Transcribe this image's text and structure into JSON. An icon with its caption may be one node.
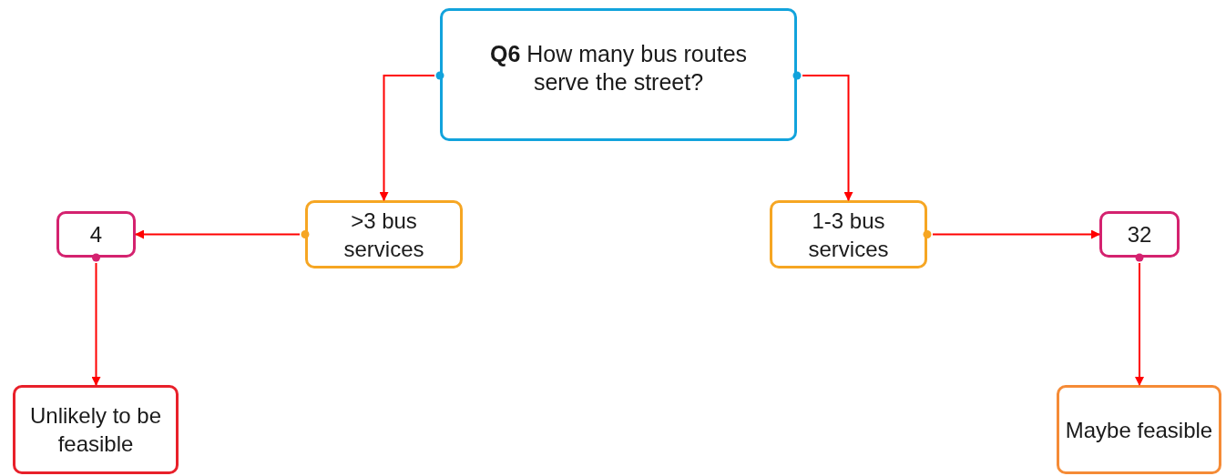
{
  "diagram": {
    "nodes": [
      {
        "text": [
          "**Q6** How many bus routes serve the street?"
        ]
      },
      {
        "text": [
          ">3 bus services"
        ]
      },
      {
        "text": [
          "1-3 bus services"
        ]
      },
      {
        "text": [
          "4"
        ]
      },
      {
        "text": [
          "32"
        ]
      },
      {
        "text": [
          "Unlikely to be feasible"
        ]
      },
      {
        "text": [
          "Maybe feasible"
        ]
      }
    ],
    "edges": [
      {
        "from": 0,
        "to": 1,
        "arrow": "to"
      },
      {
        "from": 0,
        "to": 2,
        "arrow": "to"
      },
      {
        "from": 1,
        "to": 3,
        "arrow": "to"
      },
      {
        "from": 2,
        "to": 4,
        "arrow": "to"
      },
      {
        "from": 3,
        "to": 5,
        "arrow": "to"
      },
      {
        "from": 4,
        "to": 6,
        "arrow": "to"
      }
    ]
  }
}
